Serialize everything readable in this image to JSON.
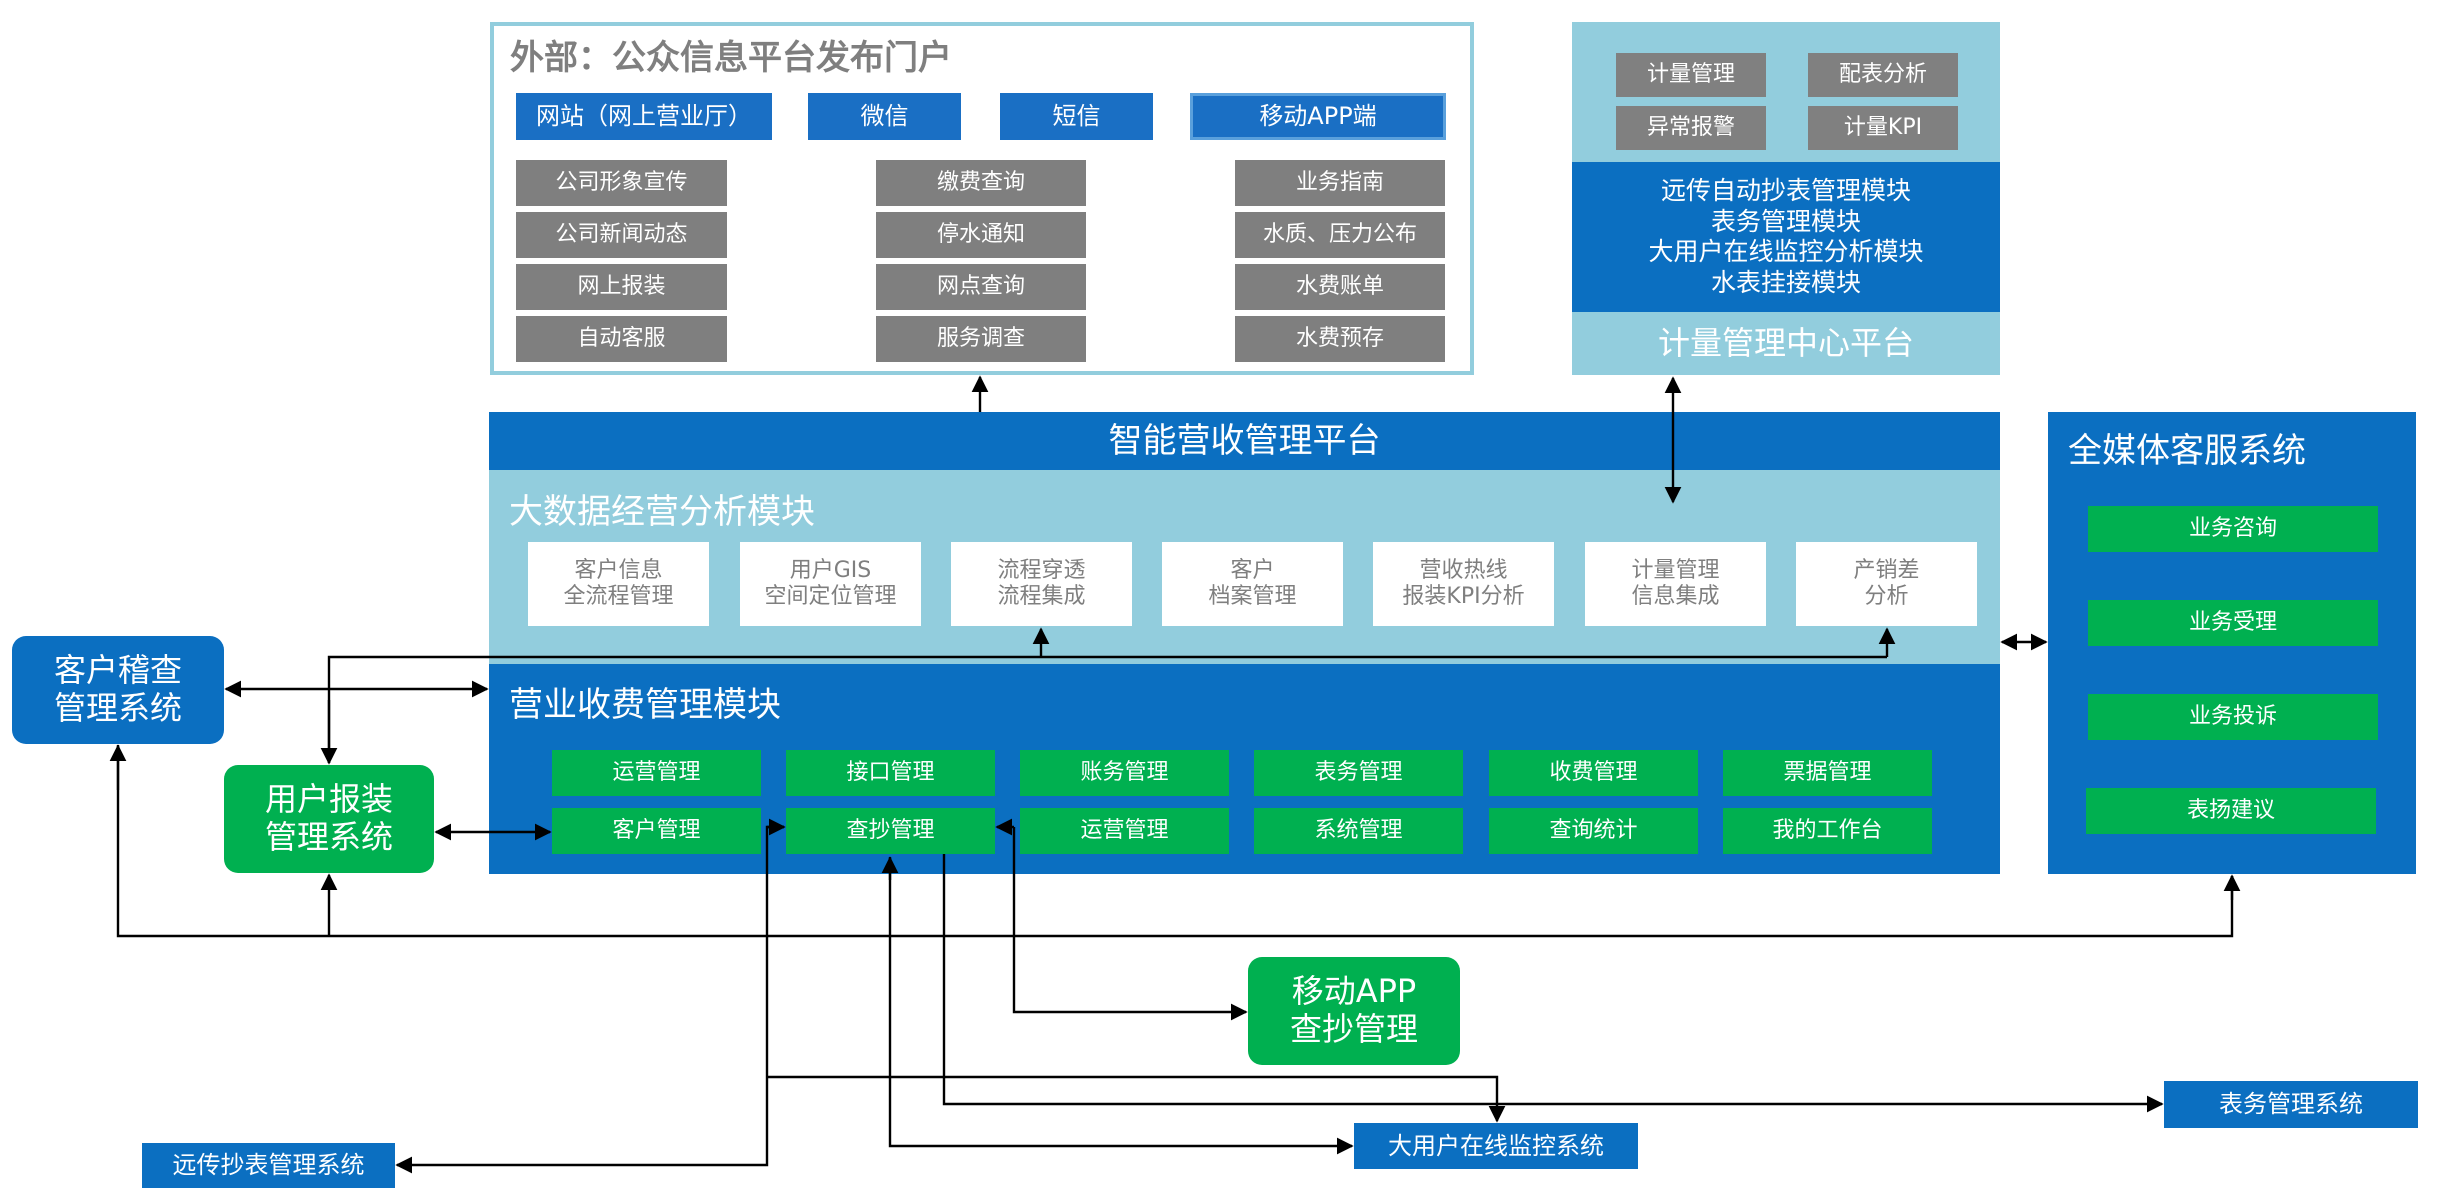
{
  "portal": {
    "title": "外部：公众信息平台发布门户",
    "channels": [
      "网站（网上营业厅）",
      "微信",
      "短信",
      "移动APP端"
    ],
    "columns": [
      [
        "公司形象宣传",
        "公司新闻动态",
        "网上报装",
        "自动客服"
      ],
      [
        "缴费查询",
        "停水通知",
        "网点查询",
        "服务调查"
      ],
      [
        "业务指南",
        "水质、压力公布",
        "水费账单",
        "水费预存"
      ]
    ]
  },
  "metering": {
    "buttons": [
      "计量管理",
      "配表分析",
      "异常报警",
      "计量KPI"
    ],
    "modules": "远传自动抄表管理模块\n表务管理模块\n大用户在线监控分析模块\n水表挂接模块",
    "title": "计量管理中心平台"
  },
  "platform": {
    "title": "智能营收管理平台",
    "bigdata": {
      "title": "大数据经营分析模块",
      "items": [
        "客户信息\n全流程管理",
        "用户GIS\n空间定位管理",
        "流程穿透\n流程集成",
        "客户\n档案管理",
        "营收热线\n报装KPI分析",
        "计量管理\n信息集成",
        "产销差\n分析"
      ]
    },
    "billing": {
      "title": "营业收费管理模块",
      "row1": [
        "运营管理",
        "接口管理",
        "账务管理",
        "表务管理",
        "收费管理",
        "票据管理"
      ],
      "row2": [
        "客户管理",
        "查抄管理",
        "运营管理",
        "系统管理",
        "查询统计",
        "我的工作台"
      ]
    }
  },
  "media": {
    "title": "全媒体客服系统",
    "items": [
      "业务咨询",
      "业务受理",
      "业务投诉",
      "表扬建议"
    ]
  },
  "external": {
    "audit": "客户稽查\n管理系统",
    "install": "用户报装\n管理系统",
    "mobile_app": "移动APP\n查抄管理",
    "remote_meter": "远传抄表管理系统",
    "big_user": "大用户在线监控系统",
    "meter_affairs": "表务管理系统"
  },
  "colors": {
    "blue": "#0b6fc1",
    "light_blue": "#92cddd",
    "green": "#00b050",
    "gray": "#7f7f7f",
    "line": "#000000"
  }
}
